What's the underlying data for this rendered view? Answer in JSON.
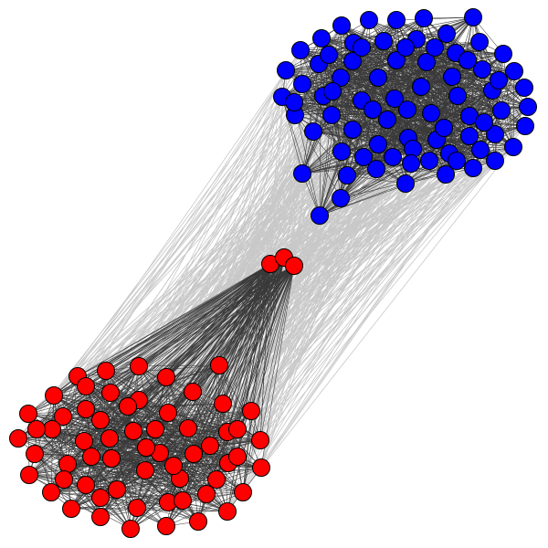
{
  "colors": {
    "background": "#ffffff",
    "group_blue": "#0000ff",
    "group_red": "#ff0000",
    "intra_edge": "#3a3a3a",
    "inter_edge": "#c8c8c8",
    "node_outline": "#000000"
  },
  "groups": [
    {
      "id": "blue",
      "color_key": "group_blue",
      "node_count": 79
    },
    {
      "id": "red",
      "color_key": "group_red",
      "node_count": 64
    }
  ]
}
